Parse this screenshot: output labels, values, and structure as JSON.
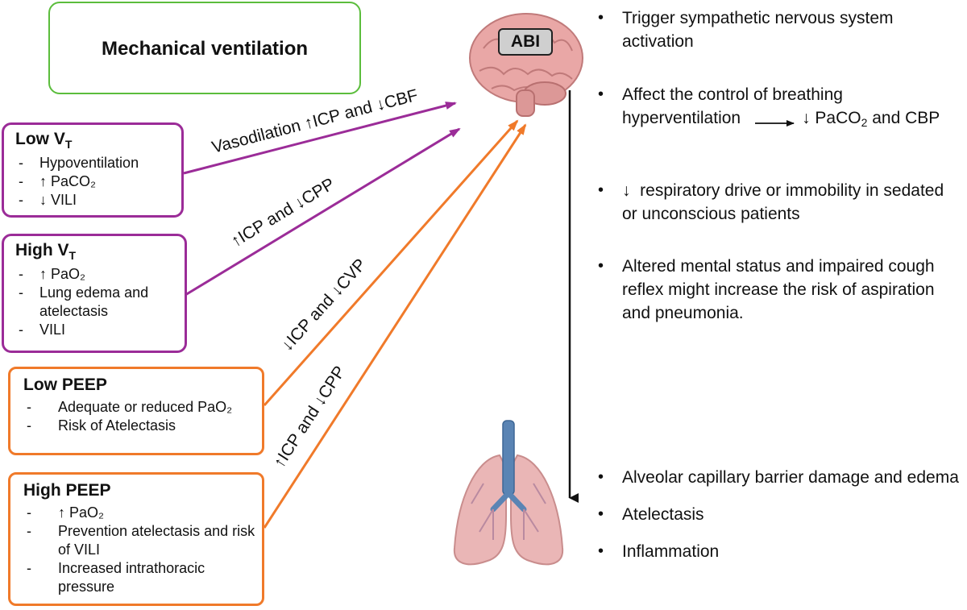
{
  "mechanical_ventilation": "Mechanical ventilation",
  "boxes": {
    "low_vt": {
      "title_main": "Low V",
      "title_sub": "T",
      "items": [
        "Hypoventilation",
        "↑ PaCO₂",
        "↓ VILI"
      ]
    },
    "high_vt": {
      "title_main": "High V",
      "title_sub": "T",
      "items": [
        "↑ PaO₂",
        "Lung edema and atelectasis",
        "VILI"
      ]
    },
    "low_peep": {
      "title": "Low PEEP",
      "items": [
        "Adequate or reduced PaO₂",
        "Risk of Atelectasis"
      ]
    },
    "high_peep": {
      "title": "High PEEP",
      "items": [
        "↑ PaO₂",
        "Prevention atelectasis and risk of VILI",
        "Increased intrathoracic pressure"
      ]
    }
  },
  "arrow_labels": {
    "low_vt": {
      "prefix": "Vasodilation",
      "mid": "ICP and",
      "end": "CBF"
    },
    "high_vt": {
      "mid": "ICP and",
      "end": "CPP"
    },
    "low_peep": {
      "mid": "ICP and",
      "end": "CVP"
    },
    "high_peep": {
      "mid": "ICP and",
      "end": "CPP"
    }
  },
  "brain_label": "ABI",
  "abi_effects": [
    "Trigger sympathetic nervous system activation",
    "Affect the control of breathing",
    "respiratory drive or immobility in sedated or unconscious patients",
    "Altered mental status and impaired cough reflex might increase the risk of aspiration and pneumonia."
  ],
  "hyperventilation": {
    "word": "hyperventilation",
    "result_prefix": "↓ PaCO",
    "result_suffix": " and CBP"
  },
  "lung_effects": [
    "Alveolar capillary barrier damage and edema",
    "Atelectasis",
    "Inflammation"
  ],
  "colors": {
    "purple": "#9b2c98",
    "orange": "#f07a2a",
    "green": "#5bbd3c",
    "brain": "#e9a7a6",
    "lung": "#eab6b6",
    "trachea": "#5a84b4"
  }
}
